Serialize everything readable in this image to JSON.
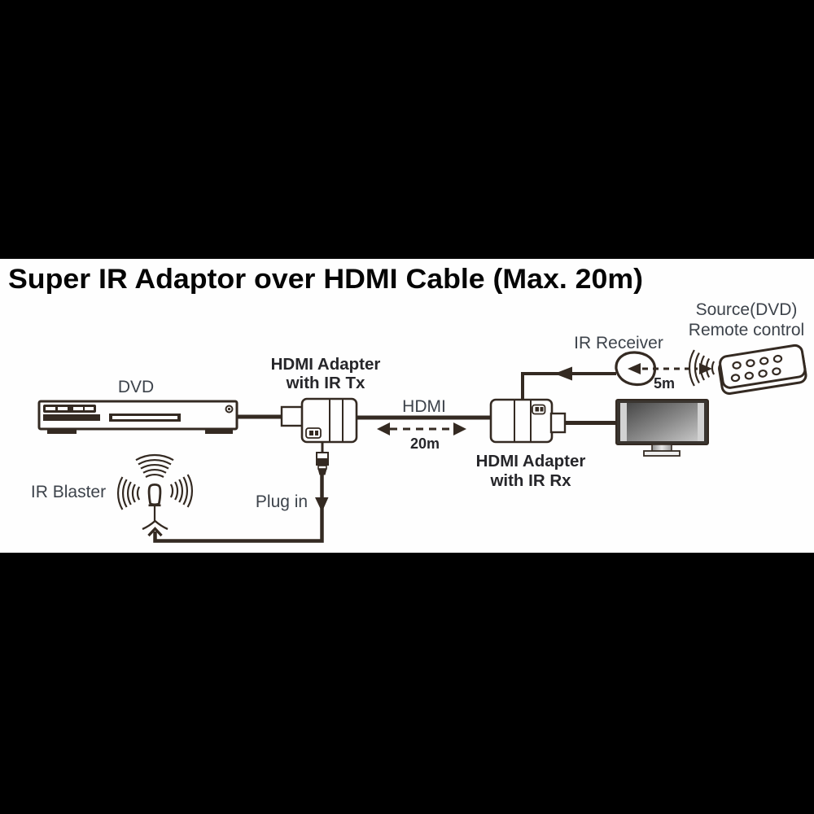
{
  "title": "Super IR Adaptor over HDMI Cable (Max. 20m)",
  "labels": {
    "dvd": "DVD",
    "tx_line1": "HDMI Adapter",
    "tx_line2": "with IR Tx",
    "hdmi_cable": "HDMI",
    "cable_length": "20m",
    "rx_line1": "HDMI Adapter",
    "rx_line2": "with IR Rx",
    "ir_receiver": "IR Receiver",
    "source": "Source(DVD)",
    "remote": "Remote control",
    "distance": "5m",
    "ir_blaster": "IR Blaster",
    "plug_in": "Plug in"
  },
  "colors": {
    "line": "#342a22",
    "label": "#3d434b",
    "bold_label": "#26262a",
    "title": "#050505",
    "background": "#fefefe",
    "letterbox": "#000000",
    "tv_frame": "#3a3530",
    "tv_bezel": "#d2d2d2"
  }
}
